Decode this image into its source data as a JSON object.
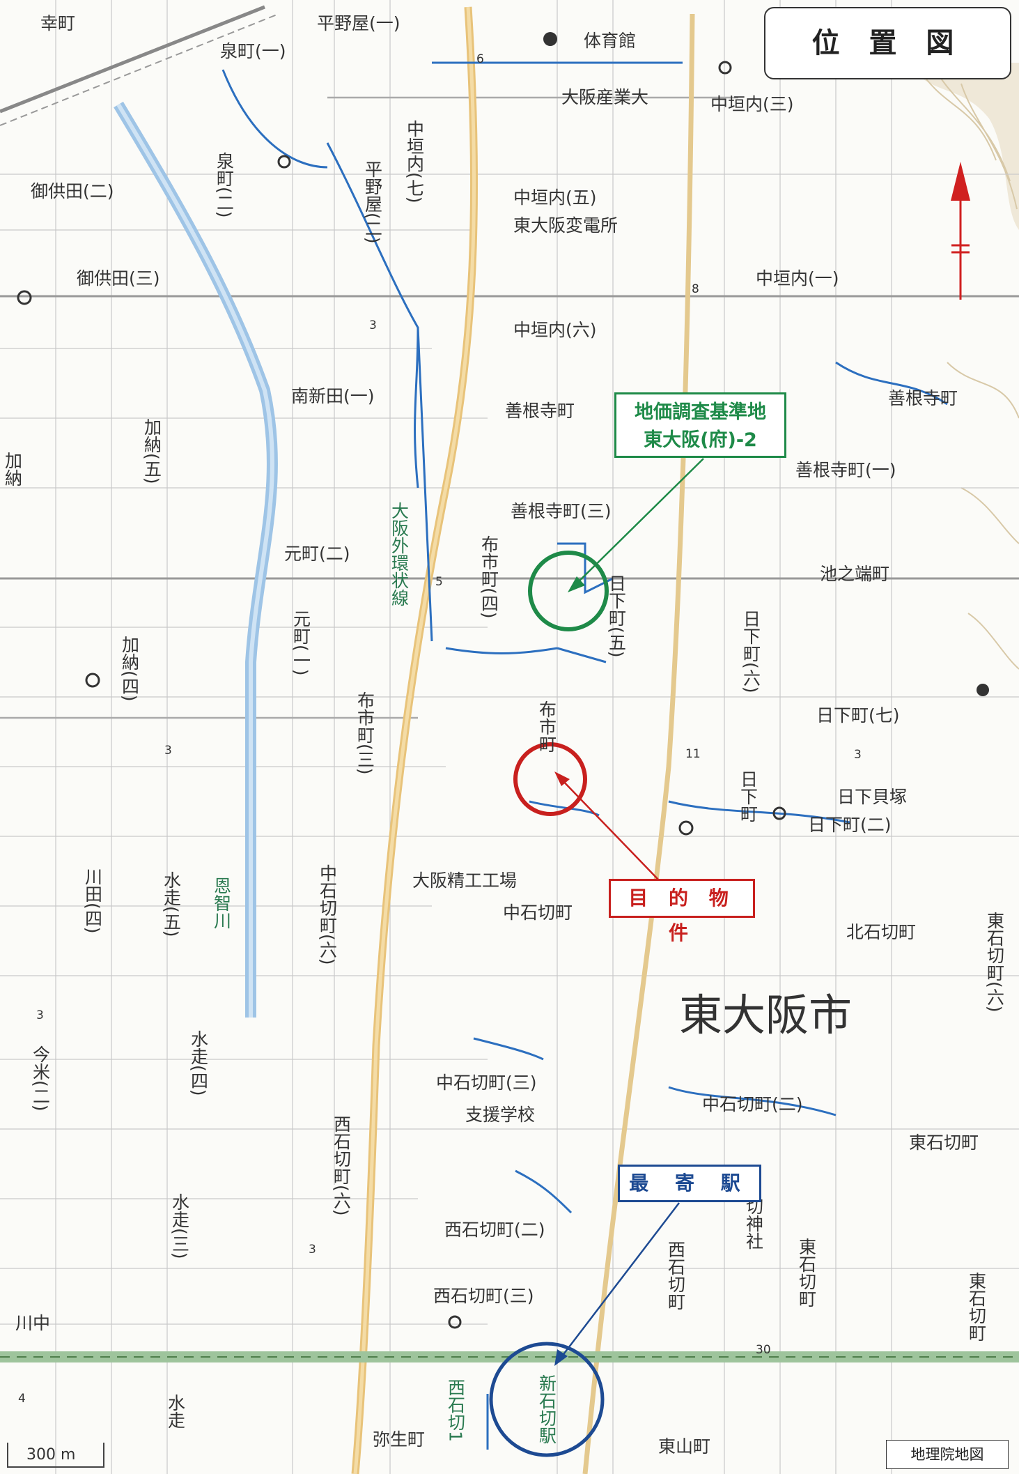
{
  "title": "位 置 図",
  "source": "地理院地図",
  "scale_label": "300 m",
  "callouts": {
    "survey_point_line1": "地価調査基準地",
    "survey_point_line2": "東大阪(府)-2",
    "target": "目 的 物 件",
    "nearest_station": "最 寄 駅"
  },
  "colors": {
    "survey": "#1e8a48",
    "target": "#c8201e",
    "station": "#1d4a92",
    "north_arrow": "#d02020"
  },
  "labels_h": [
    {
      "id": "saiwai",
      "text": "幸町"
    },
    {
      "id": "hiranoya1",
      "text": "平野屋(一)"
    },
    {
      "id": "izumi1",
      "text": "泉町(一)"
    },
    {
      "id": "gym",
      "text": "体育館"
    },
    {
      "id": "osaka-sangyo",
      "text": "大阪産業大"
    },
    {
      "id": "nakagaito3",
      "text": "中垣内(三)"
    },
    {
      "id": "mitomoda2",
      "text": "御供田(二)"
    },
    {
      "id": "nakagaito5",
      "text": "中垣内(五)"
    },
    {
      "id": "substation",
      "text": "東大阪変電所"
    },
    {
      "id": "mitomoda3",
      "text": "御供田(三)"
    },
    {
      "id": "nakagaito1",
      "text": "中垣内(一)"
    },
    {
      "id": "nakagaito6",
      "text": "中垣内(六)"
    },
    {
      "id": "minamishinden1",
      "text": "南新田(一)"
    },
    {
      "id": "zenkonji",
      "text": "善根寺町"
    },
    {
      "id": "zenkonji-ne",
      "text": "善根寺町"
    },
    {
      "id": "zenkonji1",
      "text": "善根寺町(一)"
    },
    {
      "id": "zenkonji3",
      "text": "善根寺町(三)"
    },
    {
      "id": "motomachi2",
      "text": "元町(二)"
    },
    {
      "id": "ikenohata",
      "text": "池之端町"
    },
    {
      "id": "kusaka7",
      "text": "日下町(七)"
    },
    {
      "id": "kusakaikaizuka",
      "text": "日下貝塚"
    },
    {
      "id": "kusaka2",
      "text": "日下町(二)"
    },
    {
      "id": "seiko",
      "text": "大阪精工工場"
    },
    {
      "id": "nakaishikiri",
      "text": "中石切町"
    },
    {
      "id": "kitaishikiri",
      "text": "北石切町"
    },
    {
      "id": "higashiosaka",
      "text": "東大阪市"
    },
    {
      "id": "nakaishikiri3",
      "text": "中石切町(三)"
    },
    {
      "id": "shiengakko",
      "text": "支援学校"
    },
    {
      "id": "nakaishikiri2",
      "text": "中石切町(二)"
    },
    {
      "id": "higashiishikiri",
      "text": "東石切町"
    },
    {
      "id": "nishiishikiri2",
      "text": "西石切町(二)"
    },
    {
      "id": "nishiishikiri3",
      "text": "西石切町(三)"
    },
    {
      "id": "kawanaka",
      "text": "川中"
    },
    {
      "id": "yayoi",
      "text": "弥生町"
    },
    {
      "id": "higashiyama",
      "text": "東山町"
    }
  ],
  "labels_v": [
    {
      "id": "nakagaito7",
      "text": "中垣内(七)"
    },
    {
      "id": "hiranoya2",
      "text": "平野屋(二)"
    },
    {
      "id": "izumi2",
      "text": "泉町(二)"
    },
    {
      "id": "kano5",
      "text": "加納(五)"
    },
    {
      "id": "kano-edge",
      "text": "加納"
    },
    {
      "id": "gaikan",
      "text": "大阪外環状線"
    },
    {
      "id": "nunoichi4",
      "text": "布市町(四)"
    },
    {
      "id": "kusaka5",
      "text": "日下町(五)"
    },
    {
      "id": "kusaka6",
      "text": "日下町(六)"
    },
    {
      "id": "motomachi1",
      "text": "元町(一)"
    },
    {
      "id": "kano4",
      "text": "加納(四)"
    },
    {
      "id": "nunoichi3",
      "text": "布市町(三)"
    },
    {
      "id": "nunoichi",
      "text": "布市町"
    },
    {
      "id": "kusaka-v",
      "text": "日下町"
    },
    {
      "id": "kawata4",
      "text": "川田(四)"
    },
    {
      "id": "mizuhashiri5",
      "text": "水走(五)"
    },
    {
      "id": "onchigawa",
      "text": "恩智川"
    },
    {
      "id": "nakaishikiri6",
      "text": "中石切町(六)"
    },
    {
      "id": "higashiishikiri-e",
      "text": "東石切町(六)"
    },
    {
      "id": "imagome2",
      "text": "今米(二)"
    },
    {
      "id": "mizuhashiri4",
      "text": "水走(四)"
    },
    {
      "id": "nishiishikiri6",
      "text": "西石切町(六)"
    },
    {
      "id": "mizuhashiri3",
      "text": "水走(三)"
    },
    {
      "id": "shrine",
      "text": "切神社"
    },
    {
      "id": "nishiishikiri-v",
      "text": "西石切町"
    },
    {
      "id": "higashiishikiri-v",
      "text": "東石切町"
    },
    {
      "id": "higashiishikiri-v2",
      "text": "東石切町"
    },
    {
      "id": "nishiishikiri1",
      "text": "西石切1"
    },
    {
      "id": "shinishikiri",
      "text": "新石切駅"
    },
    {
      "id": "mizuhashiri-s",
      "text": "水走"
    }
  ],
  "numbers": [
    "3",
    "3",
    "3",
    "3",
    "5",
    "6",
    "8",
    "11",
    "30",
    "4",
    "3"
  ]
}
